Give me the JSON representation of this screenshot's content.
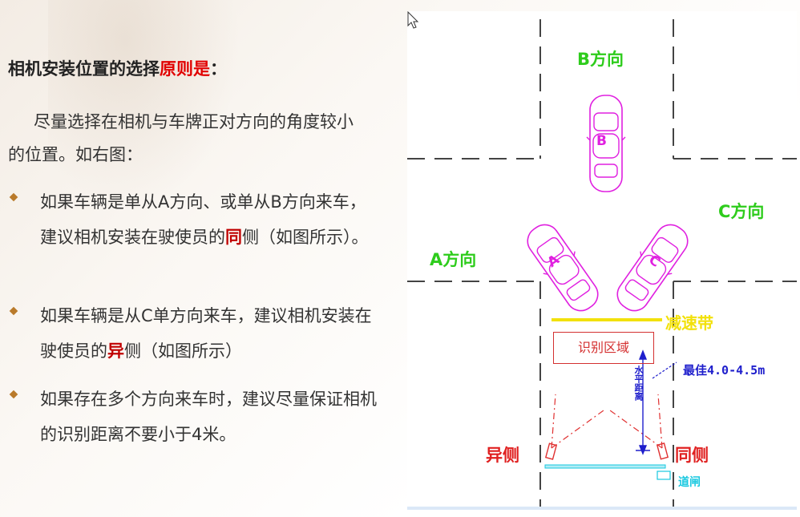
{
  "left": {
    "heading_prefix": "相机安装位置的选择",
    "heading_emphasis": "原则是",
    "heading_suffix": "：",
    "intro": "尽量选择在相机与车牌正对方向的角度较小的位置。如右图：",
    "bullets": [
      {
        "before": "如果车辆是单从A方向、或单从B方向来车，建议相机安装在驶使员的",
        "emphasis": "同",
        "after": "侧（如图所示）。"
      },
      {
        "before": "如果车辆是从C单方向来车，建议相机安装在驶使员的",
        "emphasis": "异",
        "after": "侧（如图所示）"
      },
      {
        "before": "如果存在多个方向来车时，建议尽量保证相机的识别距离不要小于4米。",
        "emphasis": "",
        "after": ""
      }
    ]
  },
  "diagram": {
    "dir_b": "B方向",
    "dir_c": "C方向",
    "dir_a": "A方向",
    "car_labels": {
      "b": "B",
      "a": "A",
      "c": "C"
    },
    "speed_bump": "减速带",
    "recognition_zone": "识别区域",
    "best_distance": "最佳4.0-4.5m",
    "horizontal_distance": "水平距离",
    "opposite_side": "异侧",
    "same_side": "同侧",
    "barrier": "道闸",
    "colors": {
      "direction": "#2ecc1c",
      "car": "#e020e0",
      "speed_bump": "#f2e10b",
      "zone": "#d43030",
      "distance": "#1e1ecc",
      "side": "#e02020",
      "barrier": "#18c8e0",
      "emphasis": "#e10000",
      "bullet": "#b97a2a"
    }
  }
}
